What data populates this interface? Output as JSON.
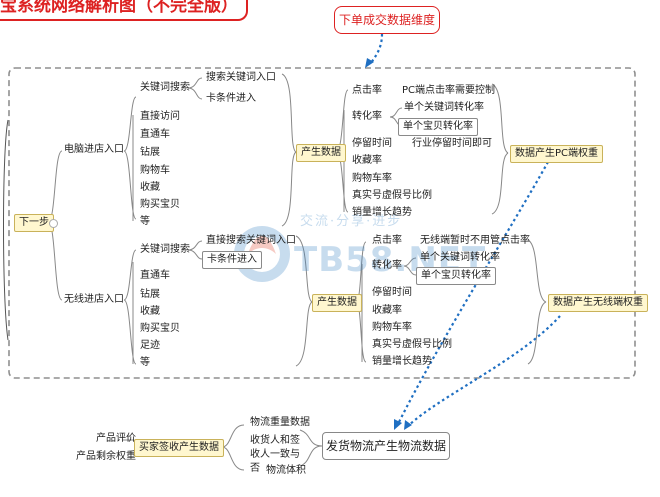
{
  "title": "宝系统网络解析图（不完全版）",
  "callout": "下单成交数据维度",
  "root": "下一步",
  "watermark": {
    "motto": "交流·分享·进步",
    "text": "TB58.NET"
  },
  "pc": {
    "entry": "电脑进店入口",
    "keyword": "关键词搜索",
    "keyword_children": [
      "搜索关键词入口",
      "卡条件进入"
    ],
    "items": [
      "直接访问",
      "直通车",
      "钻展",
      "购物车",
      "收藏",
      "购买宝贝",
      "等"
    ],
    "produce": "产生数据",
    "click": "点击率",
    "click_note": "PC端点击率需要控制",
    "conv": "转化率",
    "conv_children": [
      "单个关键词转化率",
      "单个宝贝转化率"
    ],
    "stay": "停留时间",
    "stay_note": "行业停留时间即可",
    "tail": [
      "收藏率",
      "购物车率",
      "真实号虚假号比例",
      "销量增长趋势"
    ],
    "weight": "数据产生PC端权重"
  },
  "mobile": {
    "entry": "无线进店入口",
    "keyword": "关键词搜索",
    "keyword_children": [
      "直接搜索关键词入口",
      "卡条件进入"
    ],
    "items": [
      "直通车",
      "钻展",
      "收藏",
      "购买宝贝",
      "足迹",
      "等"
    ],
    "produce": "产生数据",
    "click": "点击率",
    "click_note": "无线端暂时不用管点击率",
    "conv": "转化率",
    "conv_children": [
      "单个关键词转化率",
      "单个宝贝转化率"
    ],
    "tail": [
      "停留时间",
      "收藏率",
      "购物车率",
      "真实号虚假号比例",
      "销量增长趋势"
    ],
    "weight": "数据产生无线端权重"
  },
  "logistics": {
    "left": [
      "产品评价",
      "产品剩余权重"
    ],
    "receipt": "买家签收产生数据",
    "factors": [
      "物流重量数据",
      "收货人和签收人一致与否",
      "物流体积"
    ],
    "center": "发货物流产生物流数据"
  },
  "colors": {
    "red": "#dd2222",
    "arrow": "#1f6fc2",
    "dashed": "#8f8f8f",
    "yellow": "#fff7cf"
  }
}
